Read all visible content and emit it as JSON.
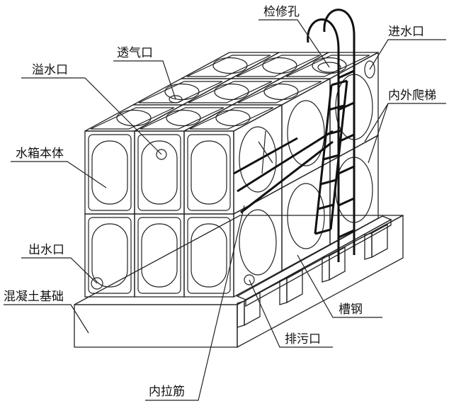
{
  "title": "水箱结构示意图",
  "labels": {
    "inspection_hole": "检修孔",
    "inlet": "进水口",
    "vent": "透气口",
    "overflow": "溢水口",
    "ladder": "内外爬梯",
    "tank_body": "水箱本体",
    "outlet": "出水口",
    "concrete_base": "混凝土基础",
    "channel_steel": "槽钢",
    "drain": "排污口",
    "inner_tie_bar": "内拉筋"
  }
}
